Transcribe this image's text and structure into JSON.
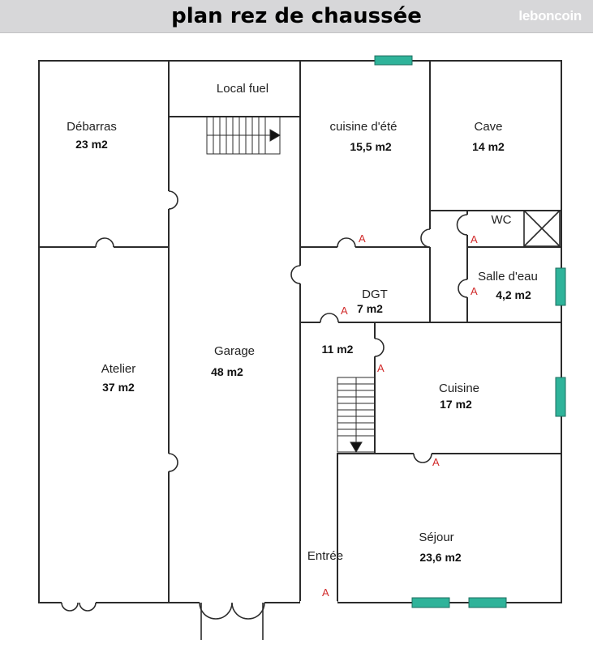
{
  "header": {
    "title": "plan rez de chaussée",
    "brand": "leboncoin"
  },
  "colors": {
    "wall": "#2b2b2b",
    "window": "#2fb39a",
    "marker": "#d12a2a",
    "title_bar": "#d7d7d9"
  },
  "rooms": {
    "local_fuel": {
      "name": "Local fuel"
    },
    "debarras": {
      "name": "Débarras",
      "area": "23 m2"
    },
    "cuisine_ete": {
      "name": "cuisine d'été",
      "area": "15,5 m2"
    },
    "cave": {
      "name": "Cave",
      "area": "14 m2"
    },
    "wc": {
      "name": "WC"
    },
    "salle_eau": {
      "name": "Salle d'eau",
      "area": "4,2 m2"
    },
    "dgt": {
      "name": "DGT",
      "area": "7 m2"
    },
    "hall": {
      "area": "11 m2"
    },
    "atelier": {
      "name": "Atelier",
      "area": "37 m2"
    },
    "garage": {
      "name": "Garage",
      "area": "48 m2"
    },
    "cuisine": {
      "name": "Cuisine",
      "area": "17 m2"
    },
    "entree": {
      "name": "Entrée"
    },
    "sejour": {
      "name": "Séjour",
      "area": "23,6 m2"
    }
  },
  "marker_letter": "A"
}
